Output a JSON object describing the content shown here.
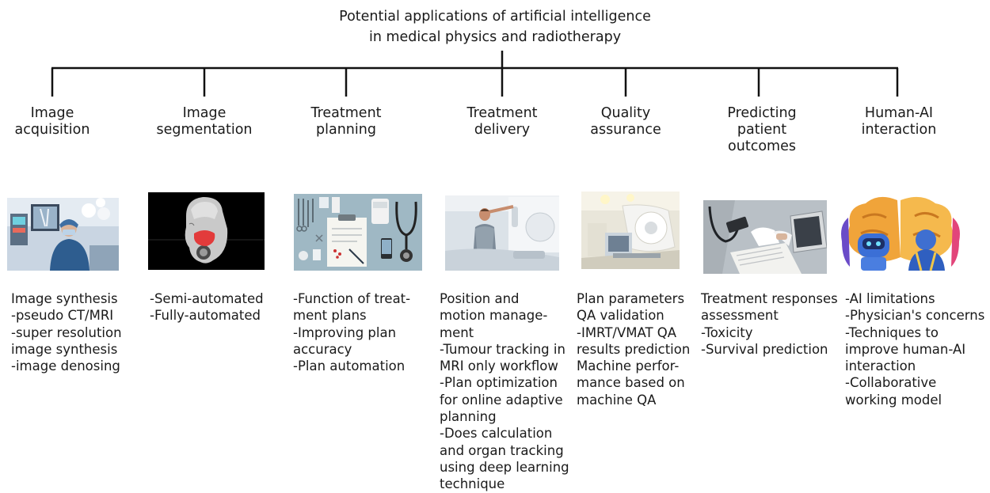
{
  "title": {
    "lines": [
      "Potential applications of artificial intelligence",
      "in medical physics and radiotherapy"
    ]
  },
  "columns": [
    {
      "heading": [
        "Image",
        "acquisition"
      ],
      "image_icon": "surgeon-operating-room-illustration",
      "items": [
        "Image synthesis",
        "-pseudo CT/MRI",
        "-super resolution",
        "image synthesis",
        "-image denosing"
      ]
    },
    {
      "heading": [
        "Image",
        "segmentation"
      ],
      "image_icon": "ct-scan-segmentation-illustration",
      "items": [
        "-Semi-automated",
        "-Fully-automated"
      ]
    },
    {
      "heading": [
        "Treatment",
        "planning"
      ],
      "image_icon": "medical-instruments-flatlay-illustration",
      "items": [
        "-Function of treat-",
        "ment plans",
        "-Improving plan",
        "accuracy",
        "-Plan automation"
      ]
    },
    {
      "heading": [
        "Treatment",
        "delivery"
      ],
      "image_icon": "radiotherapist-with-machine-illustration",
      "items": [
        "Position and",
        "motion manage-",
        "ment",
        "-Tumour tracking in",
        "MRI only workflow",
        "-Plan optimization",
        "for online adaptive",
        "planning",
        "-Does calculation",
        "and organ tracking",
        "using deep learning",
        "technique"
      ]
    },
    {
      "heading": [
        "Quality",
        "assurance"
      ],
      "image_icon": "linear-accelerator-illustration",
      "items": [
        "Plan parameters",
        "QA validation",
        "-IMRT/VMAT QA",
        "results prediction",
        "Machine perfor-",
        "mance based on",
        "machine QA"
      ]
    },
    {
      "heading": [
        "Predicting",
        "patient",
        "outcomes"
      ],
      "image_icon": "doctor-desk-laptop-illustration",
      "items": [
        "Treatment responses",
        "assessment",
        "-Toxicity",
        "-Survival prediction"
      ]
    },
    {
      "heading": [
        "Human-AI",
        "interaction"
      ],
      "image_icon": "robot-and-human-brain-illustration",
      "items": [
        "-AI limitations",
        "-Physician's concerns",
        "-Techniques to",
        "improve human-AI",
        "interaction",
        "-Collaborative",
        "working model"
      ]
    }
  ]
}
